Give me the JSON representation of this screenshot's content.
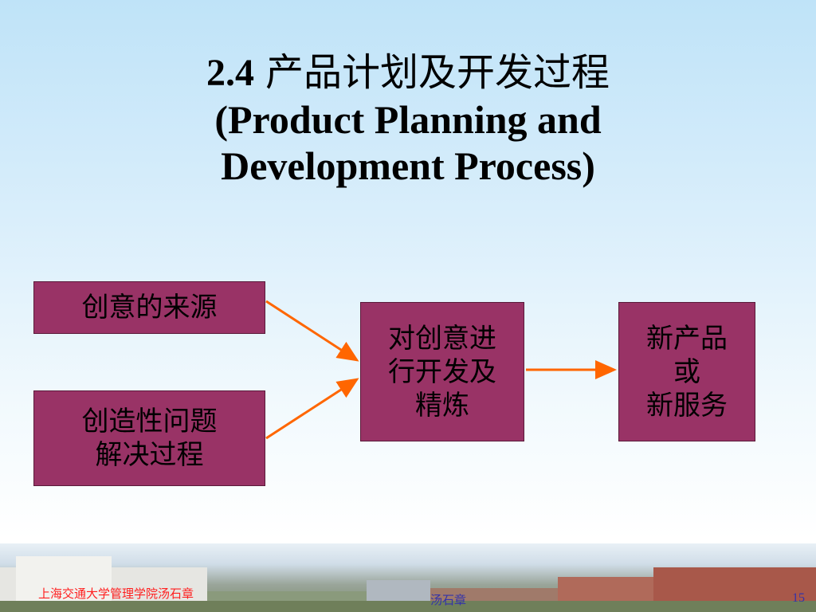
{
  "title": {
    "number": "2.4",
    "chinese": "产品计划及开发过程",
    "english_line1": "(Product Planning and",
    "english_line2": "Development Process)"
  },
  "diagram": {
    "box_source": "创意的来源",
    "box_problem_line1": "创造性问题",
    "box_problem_line2": "解决过程",
    "box_refine_line1": "对创意进",
    "box_refine_line2": "行开发及",
    "box_refine_line3": "精炼",
    "box_output_line1": "新产品",
    "box_output_line2": "或",
    "box_output_line3": "新服务",
    "arrow_color": "#ff6600",
    "box_color": "#993366"
  },
  "footer": {
    "left": "上海交通大学管理学院汤石章",
    "center": "汤石章",
    "page_number": "15"
  }
}
